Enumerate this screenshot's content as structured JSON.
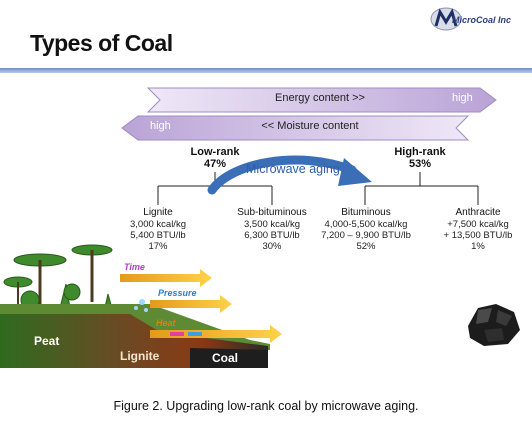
{
  "header": {
    "title": "Types of Coal",
    "logo_text": "MicroCoal Inc"
  },
  "bands": {
    "energy_label": "Energy content >>",
    "energy_end": "high",
    "moisture_label": "<< Moisture content",
    "moisture_start": "high"
  },
  "ranks": {
    "low": {
      "name": "Low-rank",
      "percent": "47%"
    },
    "high": {
      "name": "High-rank",
      "percent": "53%"
    }
  },
  "process": {
    "label": "Microwave aging"
  },
  "coals": [
    {
      "name": "Lignite",
      "kcal": "3,000 kcal/kg",
      "btu": "5,400 BTU/lb",
      "share": "17%"
    },
    {
      "name": "Sub-bituminous",
      "kcal": "3,500 kcal/kg",
      "btu": "6,300 BTU/lb",
      "share": "30%"
    },
    {
      "name": "Bituminous",
      "kcal": "4,000-5,500 kcal/kg",
      "btu": "7,200 – 9,900 BTU/lb",
      "share": "52%"
    },
    {
      "name": "Anthracite",
      "kcal": "+7,500 kcal/kg",
      "btu": "+ 13,500 BTU/lb",
      "share": "1%"
    }
  ],
  "formation": {
    "factors": [
      "Time",
      "Pressure",
      "Heat"
    ],
    "layers": [
      "Peat",
      "Lignite",
      "Coal"
    ]
  },
  "caption": "Figure 2.  Upgrading low-rank coal by microwave aging.",
  "colors": {
    "band_fill": "#c9b8df",
    "band_text": "#ffffff",
    "arrow_blue": "#3a6fb8",
    "time_color": "#b03cc8",
    "pressure_color": "#2a7fd0",
    "heat_color": "#e87a10"
  }
}
